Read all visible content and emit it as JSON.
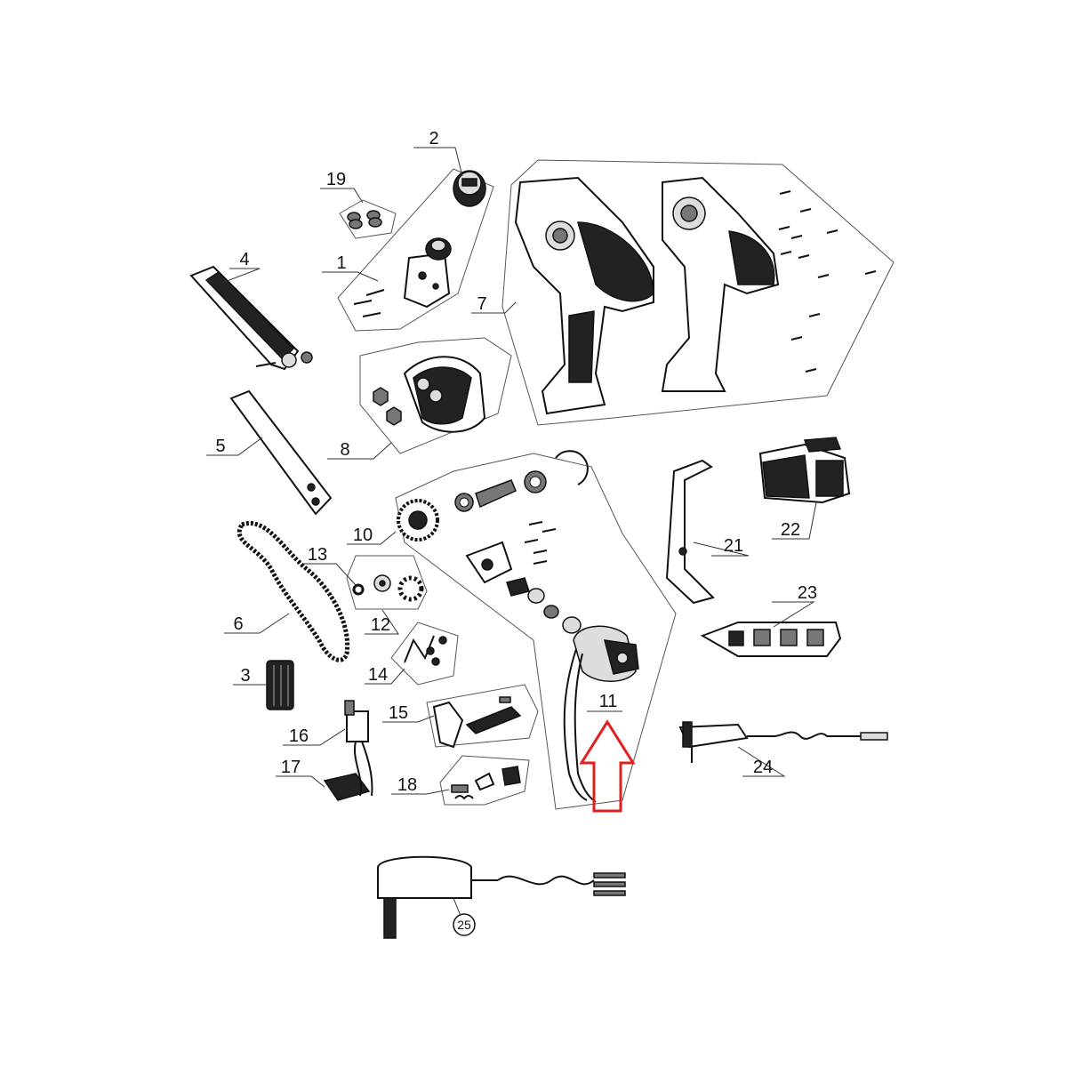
{
  "labels": {
    "p1": "1",
    "p2": "2",
    "p3": "3",
    "p4": "4",
    "p5": "5",
    "p6": "6",
    "p7": "7",
    "p8": "8",
    "p10": "10",
    "p11": "11",
    "p12": "12",
    "p13": "13",
    "p14": "14",
    "p15": "15",
    "p16": "16",
    "p17": "17",
    "p18": "18",
    "p19": "19",
    "p21": "21",
    "p22": "22",
    "p23": "23",
    "p24": "24",
    "p25": "25"
  },
  "highlight": {
    "part": "11",
    "color": "#e0201f"
  },
  "colors": {
    "ink": "#111111",
    "outline": "#555555"
  }
}
